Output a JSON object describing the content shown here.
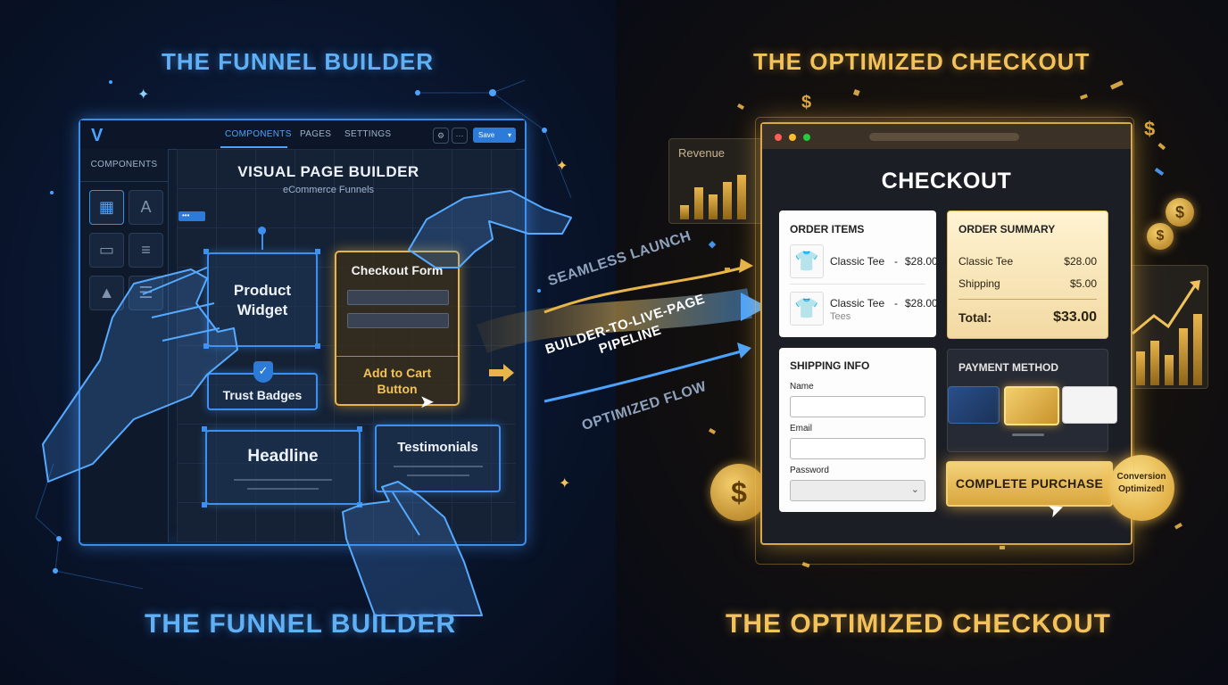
{
  "left": {
    "heading_top": "THE FUNNEL BUILDER",
    "heading_bottom": "THE FUNNEL BUILDER",
    "builder": {
      "logo": "V",
      "tabs": [
        "COMPONENTS",
        "PAGES",
        "SETTINGS"
      ],
      "save_label": "Save",
      "sidebar_title": "COMPONENTS",
      "canvas_title": "VISUAL PAGE BUILDER",
      "canvas_subtitle": "eCommerce Funnels",
      "chip": "•••",
      "widgets": {
        "product": "Product Widget",
        "checkout_form": "Checkout Form",
        "add_to_cart": "Add to Cart Button",
        "trust_badges": "Trust Badges",
        "headline": "Headline",
        "testimonials": "Testimonials"
      }
    }
  },
  "middle": {
    "seamless": "SEAMLESS LAUNCH",
    "pipeline": "BUILDER-TO-LIVE-PAGE PIPELINE",
    "optimized": "OPTIMIZED FLOW"
  },
  "right": {
    "heading_top": "THE OPTIMIZED CHECKOUT",
    "heading_bottom": "THE OPTIMIZED CHECKOUT",
    "revenue_label": "Revenue",
    "checkout": {
      "title": "CHECKOUT",
      "order_items": {
        "header": "ORDER ITEMS",
        "items": [
          {
            "name": "Classic Tee",
            "price": "$28.00",
            "sub": ""
          },
          {
            "name": "Classic Tee",
            "price": "$28.00",
            "sub": "Tees"
          }
        ],
        "sep": "-"
      },
      "summary": {
        "header": "ORDER SUMMARY",
        "rows": [
          {
            "label": "Classic Tee",
            "value": "$28.00"
          },
          {
            "label": "Shipping",
            "value": "$5.00"
          }
        ],
        "total_label": "Total:",
        "total_value": "$33.00"
      },
      "shipping": {
        "header": "SHIPPING INFO",
        "name_label": "Name",
        "email_label": "Email",
        "password_label": "Password"
      },
      "payment": {
        "header": "PAYMENT METHOD"
      },
      "purchase_button": "COMPLETE PURCHASE",
      "badge": "Conversion Optimized!"
    }
  },
  "colors": {
    "blue_accent": "#3d8ff0",
    "gold_accent": "#e7b54a"
  }
}
